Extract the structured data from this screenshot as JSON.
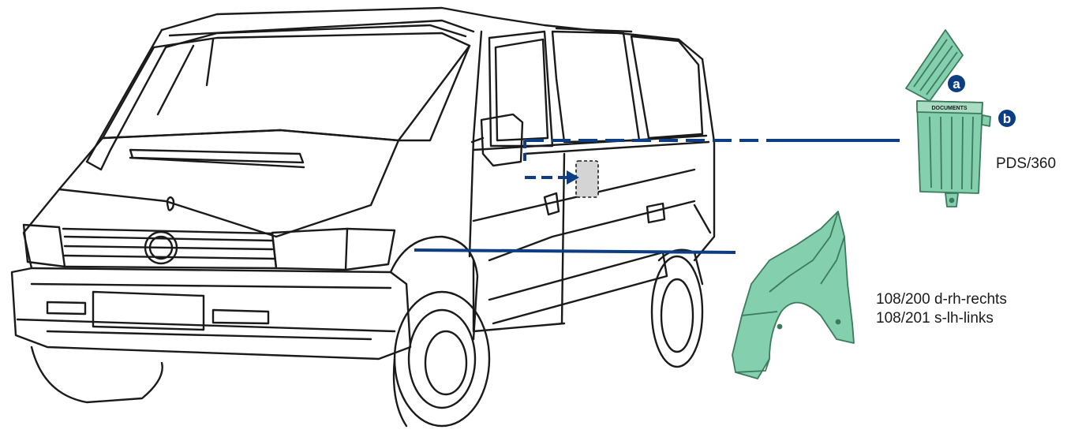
{
  "part_documents": {
    "code": "PDS/360",
    "box_label": "DOCUMENTS",
    "callout_a": "a",
    "callout_b": "b"
  },
  "part_fender": {
    "line_right": "108/200 d-rh-rechts",
    "line_left": "108/201 s-lh-links"
  },
  "colors": {
    "leader_line": "#0d3d82",
    "part_fill": "#84cfad",
    "part_stroke": "#3c7a5c",
    "callout": "#0d3d82",
    "vehicle_line": "#1a1a1a",
    "placement_marker": "#d4d4d4"
  }
}
